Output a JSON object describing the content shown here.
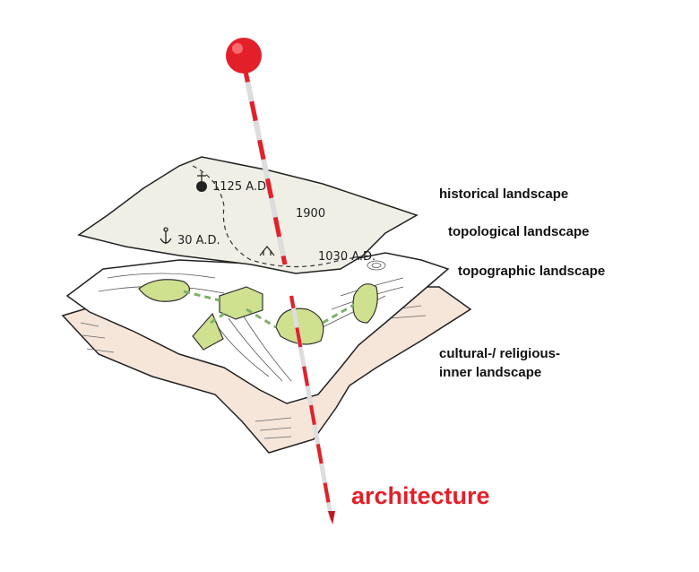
{
  "labels": {
    "historical": "historical landscape",
    "topological": "topological landscape",
    "topographic": "topographic landscape",
    "cultural_line1": "cultural-/ religious-",
    "cultural_line2": "inner landscape",
    "architecture": "architecture"
  },
  "sketch_annotations": {
    "date_1": "1125 A.D.",
    "date_2": "1900",
    "date_3": "30 A.D.",
    "date_4": "1030 A.D."
  },
  "colors": {
    "pin_red": "#e3202a",
    "historical_layer": "#efefe6",
    "topographic_layer": "#ffffff",
    "cultural_layer": "#f6e6da",
    "green_shape": "#cfe08f",
    "green_link": "#7fb06a"
  }
}
